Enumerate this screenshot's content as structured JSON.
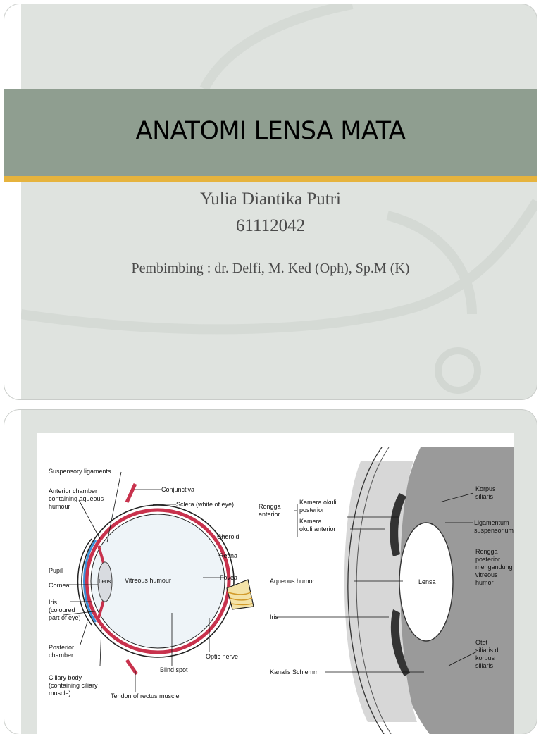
{
  "slide1": {
    "title": "ANATOMI LENSA MATA",
    "author": "Yulia Diantika Putri",
    "student_id": "61112042",
    "advisor": "Pembimbing : dr. Delfi, M. Ked (Oph), Sp.M (K)",
    "colors": {
      "title_bar": "#8f9e90",
      "accent_line": "#e6b33d",
      "background": "#dfe3df"
    }
  },
  "slide2": {
    "left_diagram": {
      "labels": {
        "suspensory": "Suspensory ligaments",
        "anterior_chamber_1": "Anterior chamber",
        "anterior_chamber_2": "containing aqueous",
        "anterior_chamber_3": "humour",
        "conjunctiva": "Conjunctiva",
        "sclera": "Sclera (white of eye)",
        "choroid": "Choroid",
        "retina": "Retina",
        "fovea": "Fovea",
        "pupil": "Pupil",
        "cornea": "Cornea",
        "lens": "Lens",
        "vitreous": "Vitreous humour",
        "iris_1": "Iris",
        "iris_2": "(coloured",
        "iris_3": "part of eye)",
        "posterior_1": "Posterior",
        "posterior_2": "chamber",
        "ciliary_1": "Ciliary body",
        "ciliary_2": "(containing ciliary",
        "ciliary_3": "muscle)",
        "blind_spot": "Blind spot",
        "optic_nerve": "Optic nerve",
        "tendon": "Tendon of rectus muscle"
      }
    },
    "right_diagram": {
      "labels": {
        "rongga_1": "Rongga",
        "rongga_2": "anterior",
        "kamera_post_1": "Kamera okuli",
        "kamera_post_2": "posterior",
        "kamera_ant_1": "Kamera",
        "kamera_ant_2": "okuli anterior",
        "aqueous": "Aqueous humor",
        "iris": "Iris",
        "kanalis": "Kanalis Schlemm",
        "lensa": "Lensa",
        "korpus_1": "Korpus",
        "korpus_2": "siliaris",
        "ligamentum_1": "Ligamentum",
        "ligamentum_2": "suspensorium",
        "rongga_post_1": "Rongga",
        "rongga_post_2": "posterior",
        "rongga_post_3": "mengandung",
        "rongga_post_4": "vitreous",
        "rongga_post_5": "humor",
        "otot_1": "Otot",
        "otot_2": "siliaris di",
        "otot_3": "korpus",
        "otot_4": "siliaris"
      }
    }
  }
}
